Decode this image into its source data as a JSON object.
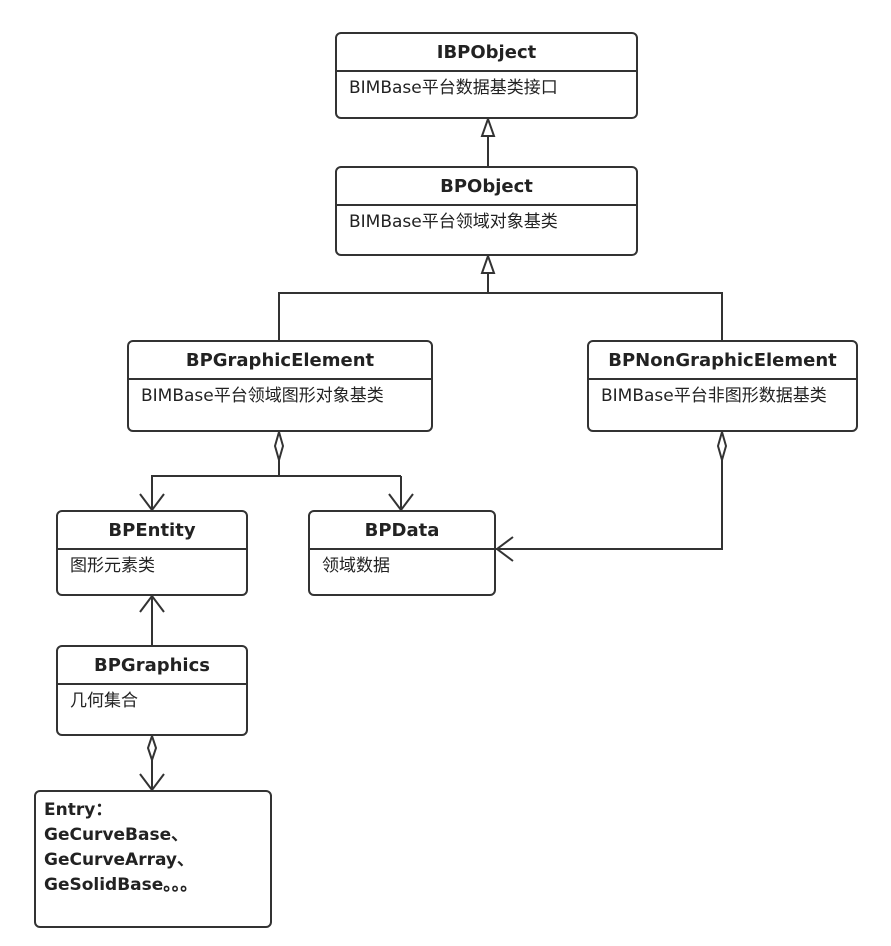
{
  "diagram": {
    "classes": {
      "ibpobject": {
        "name": "IBPObject",
        "desc": "BIMBase平台数据基类接口"
      },
      "bpobject": {
        "name": "BPObject",
        "desc": "BIMBase平台领域对象基类"
      },
      "bpgraphicelement": {
        "name": "BPGraphicElement",
        "desc": "BIMBase平台领域图形对象基类"
      },
      "bpnongraphicelement": {
        "name": "BPNonGraphicElement",
        "desc": "BIMBase平台非图形数据基类"
      },
      "bpentity": {
        "name": "BPEntity",
        "desc": "图形元素类"
      },
      "bpdata": {
        "name": "BPData",
        "desc": "领域数据"
      },
      "bpgraphics": {
        "name": "BPGraphics",
        "desc": "几何集合"
      }
    },
    "entry": {
      "lines": [
        "Entry：",
        "GeCurveBase、",
        "GeCurveArray、",
        "GeSolidBase。。。"
      ]
    },
    "relations": [
      {
        "from": "BPObject",
        "to": "IBPObject",
        "type": "inheritance"
      },
      {
        "from": "BPGraphicElement",
        "to": "BPObject",
        "type": "inheritance"
      },
      {
        "from": "BPNonGraphicElement",
        "to": "BPObject",
        "type": "inheritance"
      },
      {
        "from": "BPGraphicElement",
        "to": "BPEntity",
        "type": "aggregation"
      },
      {
        "from": "BPGraphicElement",
        "to": "BPData",
        "type": "aggregation"
      },
      {
        "from": "BPNonGraphicElement",
        "to": "BPData",
        "type": "aggregation"
      },
      {
        "from": "BPGraphics",
        "to": "BPEntity",
        "type": "association"
      },
      {
        "from": "BPGraphics",
        "to": "Entry",
        "type": "aggregation"
      }
    ]
  }
}
